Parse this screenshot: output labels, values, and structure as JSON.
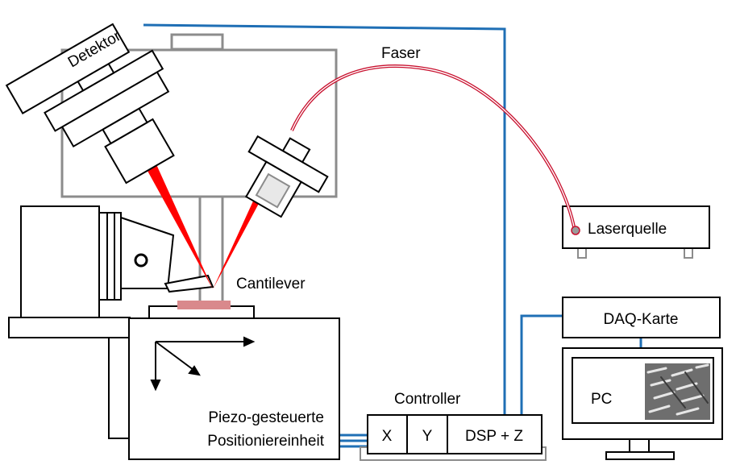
{
  "diagram": {
    "labels": {
      "detector": "Detektor",
      "fiber": "Faser",
      "laser_source": "Laserquelle",
      "cantilever": "Cantilever",
      "daq_card": "DAQ-Karte",
      "pc": "PC",
      "controller": "Controller",
      "ctrl_x": "X",
      "ctrl_y": "Y",
      "ctrl_dsp_z": "DSP + Z",
      "piezo_line1": "Piezo-gesteuerte",
      "piezo_line2": "Positioniereinheit"
    },
    "colors": {
      "outline": "#000000",
      "housing": "#8c8c8c",
      "laser_beam": "#ff0000",
      "fiber": "#d21e28",
      "cable": "#1f6fb5",
      "sample": "#d9898c"
    },
    "icons": {
      "pc_screen_image": "afm-scan-image"
    }
  }
}
